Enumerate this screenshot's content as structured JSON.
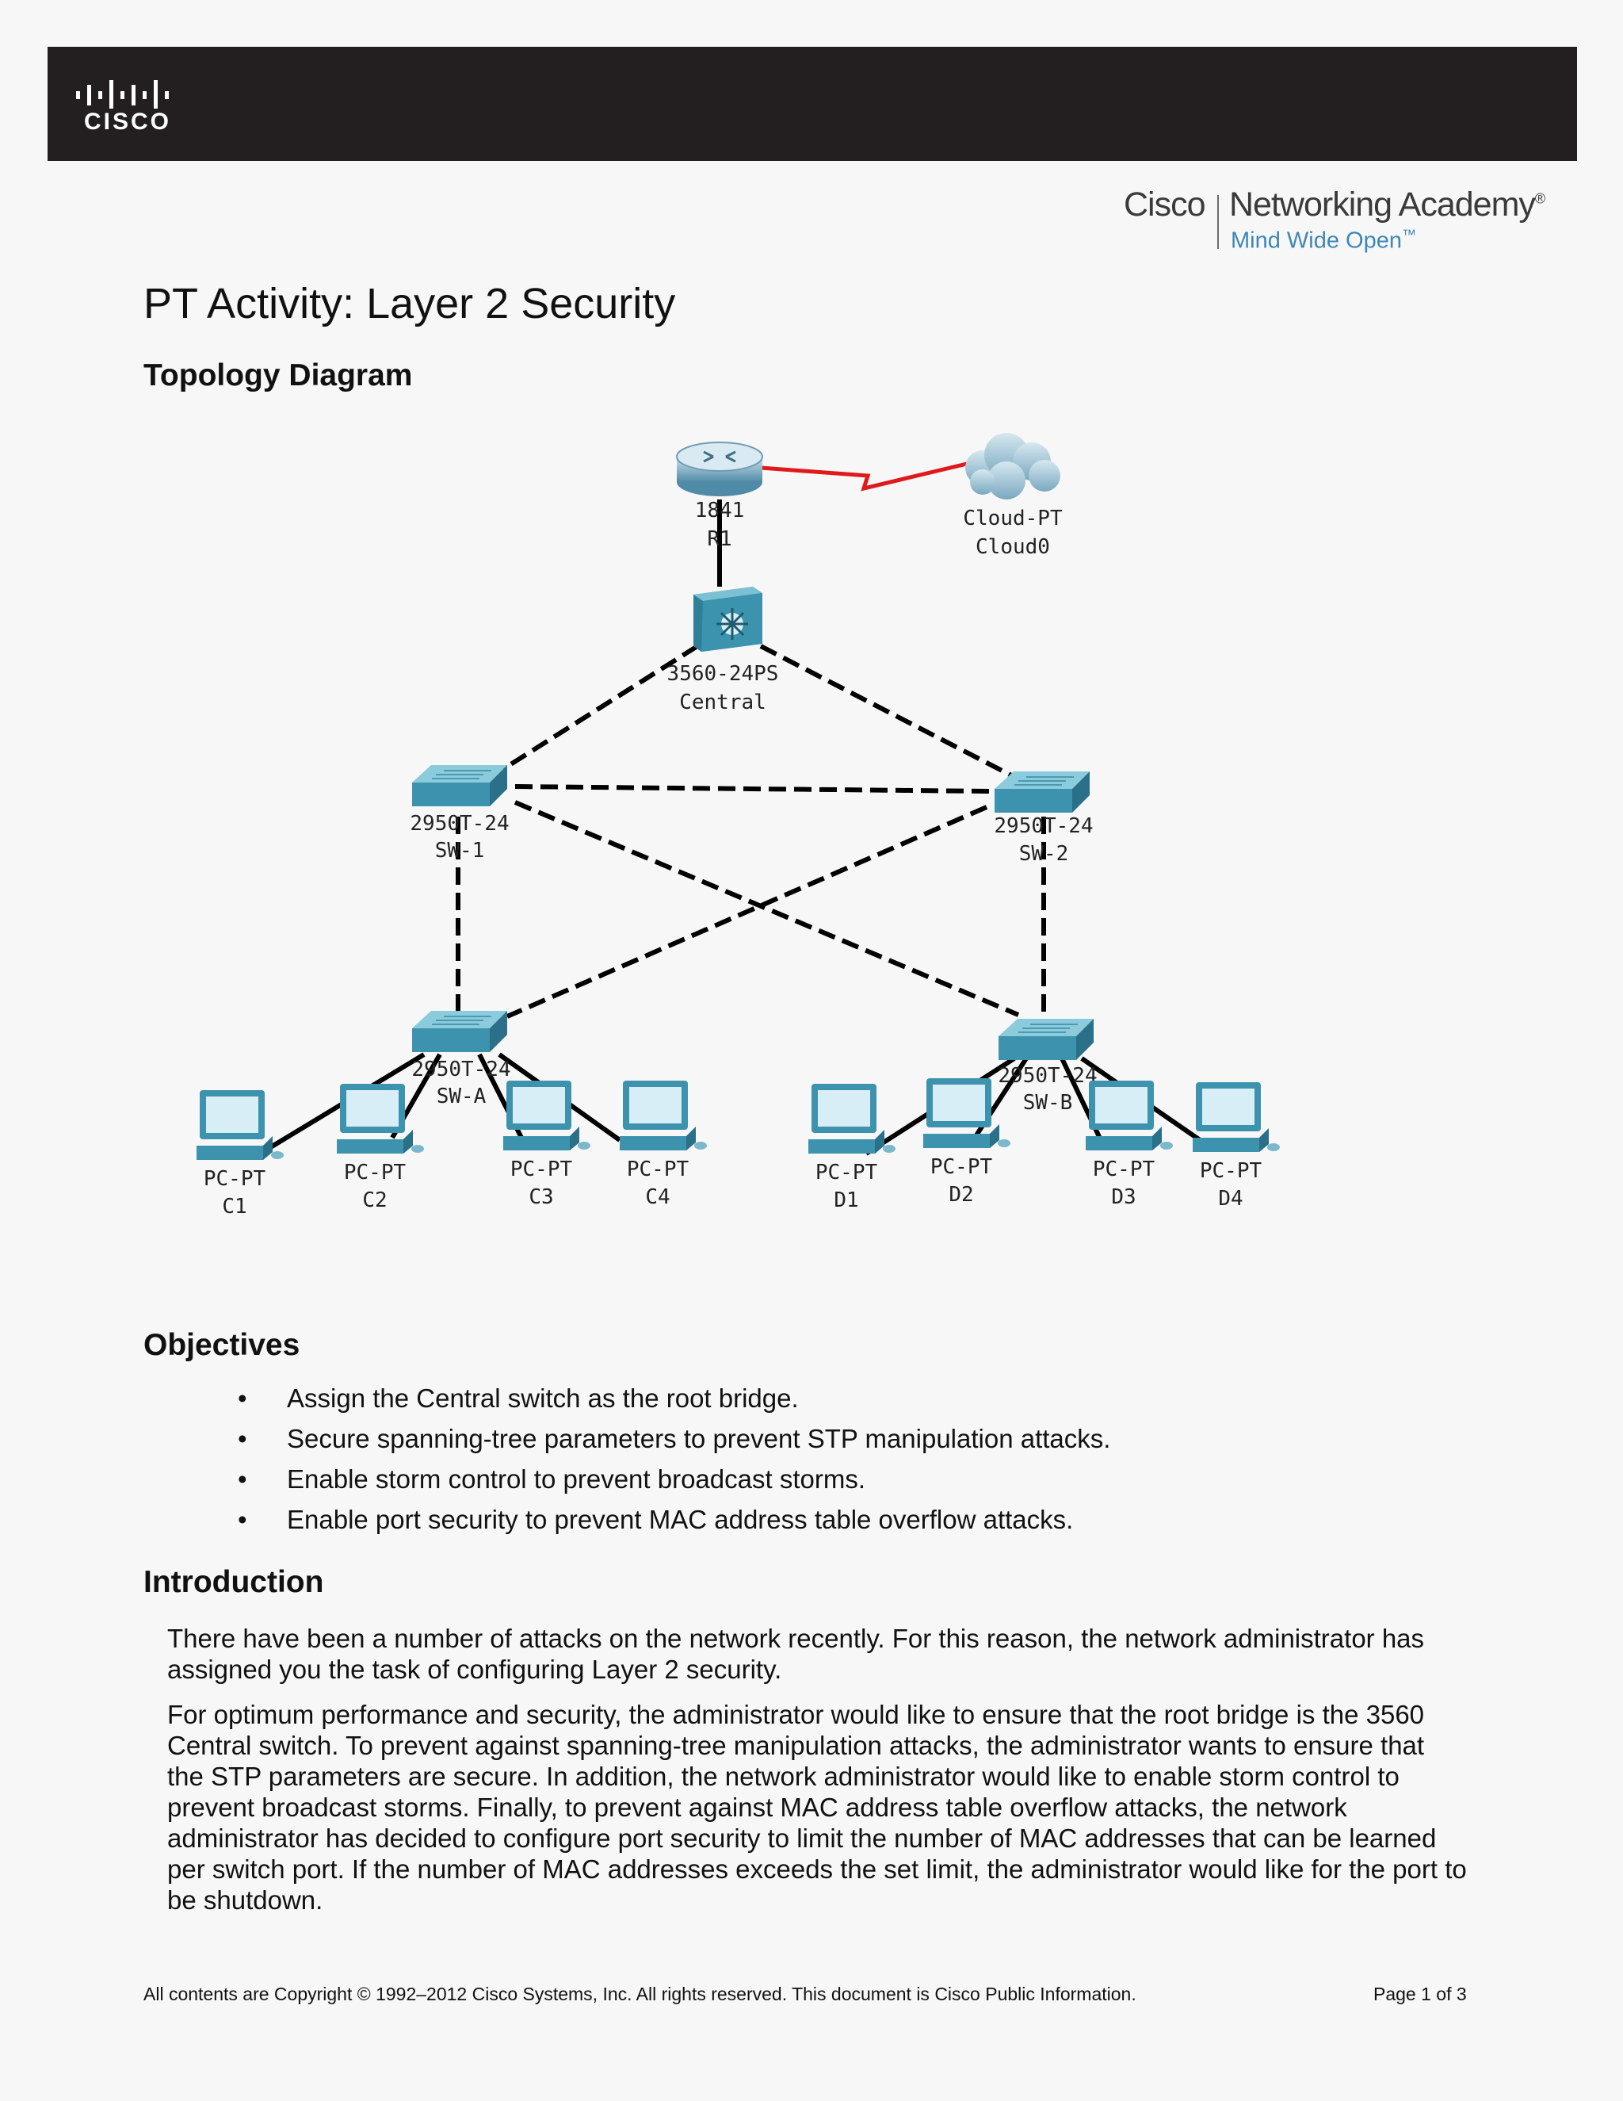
{
  "header": {
    "logo_text": "CISCO",
    "academy_brand": "Cisco",
    "academy_name": "Networking Academy",
    "academy_registered": "®",
    "academy_tagline": "Mind Wide Open",
    "academy_tm": "™"
  },
  "title": "PT Activity: Layer 2 Security",
  "topology": {
    "heading": "Topology Diagram",
    "devices": {
      "r1": {
        "model": "1841",
        "name": "R1"
      },
      "cloud": {
        "model": "Cloud-PT",
        "name": "Cloud0"
      },
      "central": {
        "model": "3560-24PS",
        "name": "Central"
      },
      "sw1": {
        "model": "2950T-24",
        "name": "SW-1"
      },
      "sw2": {
        "model": "2950T-24",
        "name": "SW-2"
      },
      "swa": {
        "model": "2950T-24",
        "name": "SW-A"
      },
      "swb": {
        "model": "2950T-24",
        "name": "SW-B"
      },
      "c1": {
        "model": "PC-PT",
        "name": "C1"
      },
      "c2": {
        "model": "PC-PT",
        "name": "C2"
      },
      "c3": {
        "model": "PC-PT",
        "name": "C3"
      },
      "c4": {
        "model": "PC-PT",
        "name": "C4"
      },
      "d1": {
        "model": "PC-PT",
        "name": "D1"
      },
      "d2": {
        "model": "PC-PT",
        "name": "D2"
      },
      "d3": {
        "model": "PC-PT",
        "name": "D3"
      },
      "d4": {
        "model": "PC-PT",
        "name": "D4"
      }
    }
  },
  "objectives": {
    "heading": "Objectives",
    "bullet": "•",
    "items": [
      "Assign the Central switch as the root bridge.",
      "Secure spanning-tree parameters to prevent STP manipulation attacks.",
      "Enable storm control to prevent broadcast storms.",
      "Enable port security to prevent MAC address table overflow attacks."
    ]
  },
  "introduction": {
    "heading": "Introduction",
    "paragraphs": [
      "There have been a number of attacks on the network recently. For this reason, the network administrator has assigned you the task of configuring Layer 2 security.",
      "For optimum performance and security, the administrator would like to ensure that the root bridge is the 3560 Central switch. To prevent against spanning-tree manipulation attacks, the administrator wants to ensure that the STP parameters are secure. In addition, the network administrator would like to enable storm control to prevent broadcast storms. Finally, to prevent against MAC address table overflow attacks, the network administrator has decided to configure port security to limit the number of MAC addresses that can be learned per switch port. If the number of MAC addresses exceeds the set limit, the administrator would like for the port to be shutdown."
    ]
  },
  "footer": {
    "copyright": "All contents are Copyright © 1992–2012 Cisco Systems, Inc. All rights reserved. This document is Cisco Public Information.",
    "page": "Page 1 of 3"
  },
  "colors": {
    "header_bg": "#231f20",
    "serial_link": "#e0191b",
    "device_teal": "#3a8fa6",
    "tagline_blue": "#3f86b6"
  }
}
